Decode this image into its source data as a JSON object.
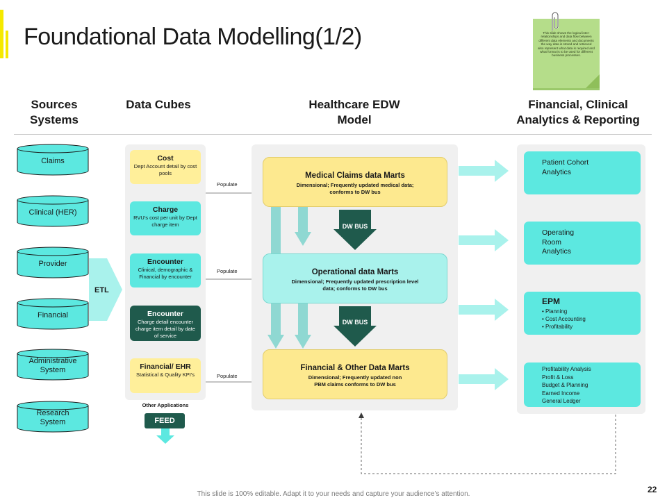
{
  "slide": {
    "title": "Foundational Data Modelling(1/2)",
    "page_number": "22",
    "footer": "This slide is 100% editable. Adapt it to your needs and capture your audience’s attention."
  },
  "note": {
    "text": "This slide shows the logical inter-relationships and data flow between different data elements and documents the way data is stored and retrieved also represent what data is required and what format is to be used for different business processes."
  },
  "columns": {
    "sources": "Sources Systems",
    "cubes": "Data Cubes",
    "edw": "Healthcare EDW Model",
    "analytics": "Financial, Clinical Analytics & Reporting"
  },
  "sources": [
    "Claims",
    "Clinical (HER)",
    "Provider",
    "Financial",
    "Administrative System",
    "Research System"
  ],
  "etl_label": "ETL",
  "cubes": [
    {
      "title": "Cost",
      "desc": "Dept Account detail by cost pools"
    },
    {
      "title": "Charge",
      "desc": "RVU's cost per unit by Dept charge item"
    },
    {
      "title": "Encounter",
      "desc": "Clinical, demographic & Financial by encounter"
    },
    {
      "title": "Encounter",
      "desc": "Charge detail encounter charge item detail by date of service"
    },
    {
      "title": "Financial/ EHR",
      "desc": "Statistical & Quality KPI's"
    }
  ],
  "other_applications": "Other Applications",
  "feed": "FEED",
  "populate": [
    "Populate",
    "Populate",
    "Populate"
  ],
  "marts": [
    {
      "title": "Medical Claims data Marts",
      "desc": "Dimensional; Frequently updated medical data; conforms to DW bus"
    },
    {
      "title": "Operational data Marts",
      "desc": "Dimensional; Frequently updated prescription level data; conforms to DW bus"
    },
    {
      "title": "Financial & Other Data Marts",
      "desc": "Dimensional; Frequently updated non PBM claims conforms to DW bus"
    }
  ],
  "dw_bus": [
    "DW BUS",
    "DW BUS"
  ],
  "analytics": {
    "patient": "Patient Cohort Analytics",
    "operating": "Operating Room Analytics",
    "epm_title": "EPM",
    "epm_items": [
      "Planning",
      "Cost Accounting",
      "Profitability"
    ],
    "finance_items": [
      "Profitability Analysis",
      "Profit & Loss",
      "Budget & Planning",
      "Earned Income",
      "General Ledger"
    ]
  },
  "colors": {
    "accent": "#f5e900",
    "cube_yellow": "#ffef9a",
    "cube_cyan": "#5ce8e0",
    "cube_dark": "#1f5a4c",
    "mart_yellow": "#fde98f",
    "mart_cyan": "#a9f2ec",
    "arrow_teal": "#8fd8d2"
  }
}
